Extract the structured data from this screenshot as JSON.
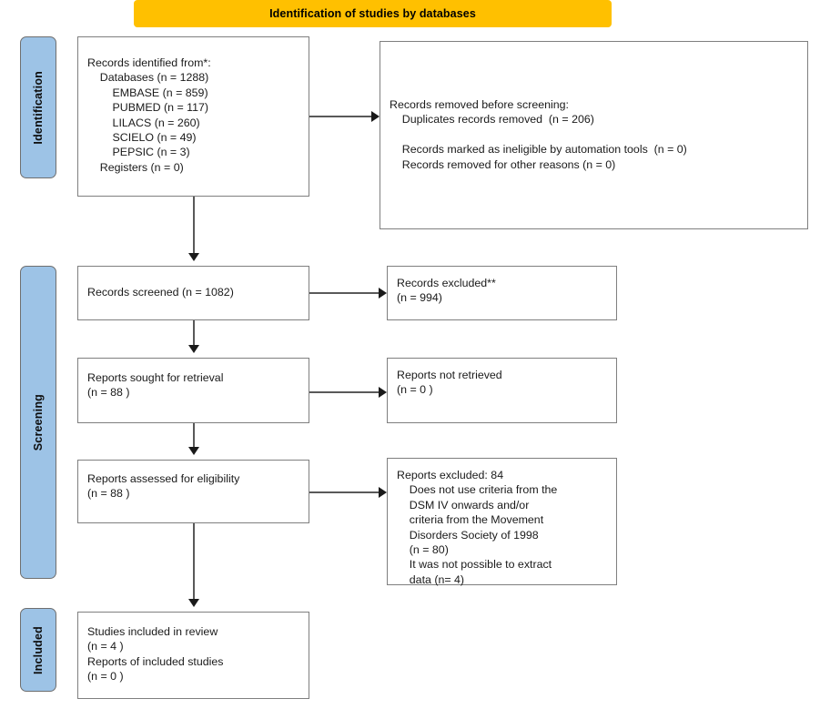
{
  "banner": {
    "title": "Identification of studies by databases"
  },
  "stages": [
    {
      "id": "identification",
      "label": "Identification"
    },
    {
      "id": "screening",
      "label": "Screening"
    },
    {
      "id": "included",
      "label": "Included"
    }
  ],
  "boxes": {
    "identified": {
      "text": "Records identified from*:\n    Databases (n = 1288)\n        EMBASE (n = 859)\n        PUBMED (n = 117)\n        LILACS (n = 260)\n        SCIELO (n = 49)\n        PEPSIC (n = 3)\n    Registers (n = 0)"
    },
    "removed": {
      "text": "Records removed before screening:\n    Duplicates records removed  (n = 206)\n\n    Records marked as ineligible by automation tools  (n = 0)\n    Records removed for other reasons (n = 0)"
    },
    "screened": {
      "text": "Records screened (n = 1082)"
    },
    "excluded": {
      "text": "Records excluded**\n(n = 994)"
    },
    "sought": {
      "text": "Reports sought for retrieval\n(n = 88 )"
    },
    "notretrieved": {
      "text": "Reports not retrieved\n(n = 0 )"
    },
    "assessed": {
      "text": "Reports assessed for eligibility\n(n = 88 )"
    },
    "reportsexcluded": {
      "text": "Reports excluded: 84\n    Does not use criteria from the\n    DSM IV onwards and/or\n    criteria from the Movement\n    Disorders Society of 1998\n    (n = 80)\n    It was not possible to extract\n    data (n= 4)"
    },
    "included": {
      "text": "Studies included in review\n(n = 4 )\nReports of included studies\n(n = 0 )"
    }
  },
  "colors": {
    "banner": "#FFC000",
    "stage_bar": "#9DC3E6",
    "box_border": "#7f7f7f",
    "connector": "#595959",
    "text": "#1a1a1a"
  },
  "chart_data": {
    "type": "diagram",
    "title": "PRISMA 2020 flow diagram for new systematic reviews which included searches of databases and registers only",
    "nodes": [
      {
        "id": "identified",
        "stage": "Identification",
        "column": "left",
        "label": "Records identified from*",
        "values": {
          "Databases": 1288,
          "EMBASE": 859,
          "PUBMED": 117,
          "LILACS": 260,
          "SCIELO": 49,
          "PEPSIC": 3,
          "Registers": 0
        }
      },
      {
        "id": "removed",
        "stage": "Identification",
        "column": "right",
        "label": "Records removed before screening",
        "values": {
          "Duplicates records removed": 206,
          "Records marked as ineligible by automation tools": 0,
          "Records removed for other reasons": 0
        }
      },
      {
        "id": "screened",
        "stage": "Screening",
        "column": "left",
        "label": "Records screened",
        "values": {
          "n": 1082
        }
      },
      {
        "id": "excluded",
        "stage": "Screening",
        "column": "right",
        "label": "Records excluded**",
        "values": {
          "n": 994
        }
      },
      {
        "id": "sought",
        "stage": "Screening",
        "column": "left",
        "label": "Reports sought for retrieval",
        "values": {
          "n": 88
        }
      },
      {
        "id": "notretrieved",
        "stage": "Screening",
        "column": "right",
        "label": "Reports not retrieved",
        "values": {
          "n": 0
        }
      },
      {
        "id": "assessed",
        "stage": "Screening",
        "column": "left",
        "label": "Reports assessed for eligibility",
        "values": {
          "n": 88
        }
      },
      {
        "id": "reportsexcluded",
        "stage": "Screening",
        "column": "right",
        "label": "Reports excluded",
        "values": {
          "total": 84,
          "Does not use criteria from the DSM IV onwards and/or criteria from the Movement Disorders Society of 1998": 80,
          "It was not possible to extract data": 4
        }
      },
      {
        "id": "included",
        "stage": "Included",
        "column": "left",
        "label": "Studies included in review",
        "values": {
          "Studies included in review": 4,
          "Reports of included studies": 0
        }
      }
    ],
    "edges": [
      {
        "from": "identified",
        "to": "removed",
        "direction": "right"
      },
      {
        "from": "identified",
        "to": "screened",
        "direction": "down"
      },
      {
        "from": "screened",
        "to": "excluded",
        "direction": "right"
      },
      {
        "from": "screened",
        "to": "sought",
        "direction": "down"
      },
      {
        "from": "sought",
        "to": "notretrieved",
        "direction": "right"
      },
      {
        "from": "sought",
        "to": "assessed",
        "direction": "down"
      },
      {
        "from": "assessed",
        "to": "reportsexcluded",
        "direction": "right"
      },
      {
        "from": "assessed",
        "to": "included",
        "direction": "down"
      }
    ]
  }
}
